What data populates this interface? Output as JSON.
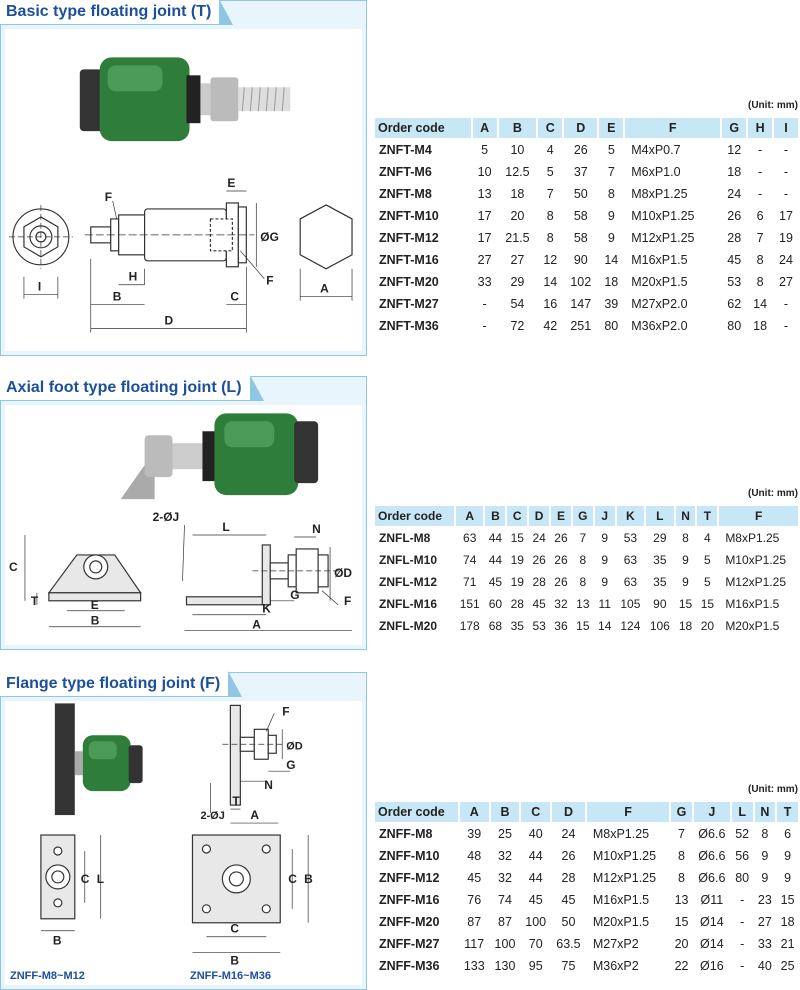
{
  "sections": [
    {
      "title": "Basic type floating joint (T)",
      "unit": "(Unit: mm)",
      "headers": [
        "Order code",
        "A",
        "B",
        "C",
        "D",
        "E",
        "F",
        "G",
        "H",
        "I"
      ],
      "rows": [
        [
          "ZNFT-M4",
          "5",
          "10",
          "4",
          "26",
          "5",
          "M4xP0.7",
          "12",
          "-",
          "-"
        ],
        [
          "ZNFT-M6",
          "10",
          "12.5",
          "5",
          "37",
          "7",
          "M6xP1.0",
          "18",
          "-",
          "-"
        ],
        [
          "ZNFT-M8",
          "13",
          "18",
          "7",
          "50",
          "8",
          "M8xP1.25",
          "24",
          "-",
          "-"
        ],
        [
          "ZNFT-M10",
          "17",
          "20",
          "8",
          "58",
          "9",
          "M10xP1.25",
          "26",
          "6",
          "17"
        ],
        [
          "ZNFT-M12",
          "17",
          "21.5",
          "8",
          "58",
          "9",
          "M12xP1.25",
          "28",
          "7",
          "19"
        ],
        [
          "ZNFT-M16",
          "27",
          "27",
          "12",
          "90",
          "14",
          "M16xP1.5",
          "45",
          "8",
          "24"
        ],
        [
          "ZNFT-M20",
          "33",
          "29",
          "14",
          "102",
          "18",
          "M20xP1.5",
          "53",
          "8",
          "27"
        ],
        [
          "ZNFT-M27",
          "-",
          "54",
          "16",
          "147",
          "39",
          "M27xP2.0",
          "62",
          "14",
          "-"
        ],
        [
          "ZNFT-M36",
          "-",
          "72",
          "42",
          "251",
          "80",
          "M36xP2.0",
          "80",
          "18",
          "-"
        ]
      ],
      "labels": {
        "e": "E",
        "f": "F",
        "g": "ØG",
        "h": "H",
        "i": "I",
        "b": "B",
        "c": "C",
        "d": "D",
        "a": "A",
        "f2": "F"
      }
    },
    {
      "title": "Axial foot type floating joint (L)",
      "unit": "(Unit: mm)",
      "headers": [
        "Order code",
        "A",
        "B",
        "C",
        "D",
        "E",
        "G",
        "J",
        "K",
        "L",
        "N",
        "T",
        "F"
      ],
      "rows": [
        [
          "ZNFL-M8",
          "63",
          "44",
          "15",
          "24",
          "26",
          "7",
          "9",
          "53",
          "29",
          "8",
          "4",
          "M8xP1.25"
        ],
        [
          "ZNFL-M10",
          "74",
          "44",
          "19",
          "26",
          "26",
          "8",
          "9",
          "63",
          "35",
          "9",
          "5",
          "M10xP1.25"
        ],
        [
          "ZNFL-M12",
          "71",
          "45",
          "19",
          "28",
          "26",
          "8",
          "9",
          "63",
          "35",
          "9",
          "5",
          "M12xP1.25"
        ],
        [
          "ZNFL-M16",
          "151",
          "60",
          "28",
          "45",
          "32",
          "13",
          "11",
          "105",
          "90",
          "15",
          "15",
          "M16xP1.5"
        ],
        [
          "ZNFL-M20",
          "178",
          "68",
          "35",
          "53",
          "36",
          "15",
          "14",
          "124",
          "106",
          "18",
          "20",
          "M20xP1.5"
        ]
      ],
      "labels": {
        "c": "C",
        "t": "T",
        "e": "E",
        "b": "B",
        "j": "2-ØJ",
        "l": "L",
        "k": "K",
        "a": "A",
        "n": "N",
        "d": "ØD",
        "g": "G",
        "f": "F"
      }
    },
    {
      "title": "Flange type floating joint (F)",
      "unit": "(Unit: mm)",
      "headers": [
        "Order code",
        "A",
        "B",
        "C",
        "D",
        "F",
        "G",
        "J",
        "L",
        "N",
        "T"
      ],
      "rows": [
        [
          "ZNFF-M8",
          "39",
          "25",
          "40",
          "24",
          "M8xP1.25",
          "7",
          "Ø6.6",
          "52",
          "8",
          "6"
        ],
        [
          "ZNFF-M10",
          "48",
          "32",
          "44",
          "26",
          "M10xP1.25",
          "8",
          "Ø6.6",
          "56",
          "9",
          "9"
        ],
        [
          "ZNFF-M12",
          "45",
          "32",
          "44",
          "28",
          "M12xP1.25",
          "8",
          "Ø6.6",
          "80",
          "9",
          "9"
        ],
        [
          "ZNFF-M16",
          "76",
          "74",
          "45",
          "45",
          "M16xP1.5",
          "13",
          "Ø11",
          "-",
          "23",
          "15"
        ],
        [
          "ZNFF-M20",
          "87",
          "87",
          "100",
          "50",
          "M20xP1.5",
          "15",
          "Ø14",
          "-",
          "27",
          "18"
        ],
        [
          "ZNFF-M27",
          "117",
          "100",
          "70",
          "63.5",
          "M27xP2",
          "20",
          "Ø14",
          "-",
          "33",
          "21"
        ],
        [
          "ZNFF-M36",
          "133",
          "130",
          "95",
          "75",
          "M36xP2",
          "22",
          "Ø16",
          "-",
          "40",
          "25"
        ]
      ],
      "labels": {
        "f": "F",
        "d": "ØD",
        "g": "G",
        "n": "N",
        "j": "2-ØJ",
        "t": "T",
        "a": "A",
        "c": "C",
        "l": "L",
        "b": "B",
        "c2": "C",
        "b2": "B"
      },
      "captions": [
        "ZNFF-M8~M12",
        "ZNFF-M16~M36"
      ]
    }
  ],
  "colors": {
    "accent": "#1c4f9c",
    "panel": "#e8f5fc",
    "border": "#8fc6e3",
    "header": "#c7e7f6",
    "product_green": "#2e7d3a"
  }
}
